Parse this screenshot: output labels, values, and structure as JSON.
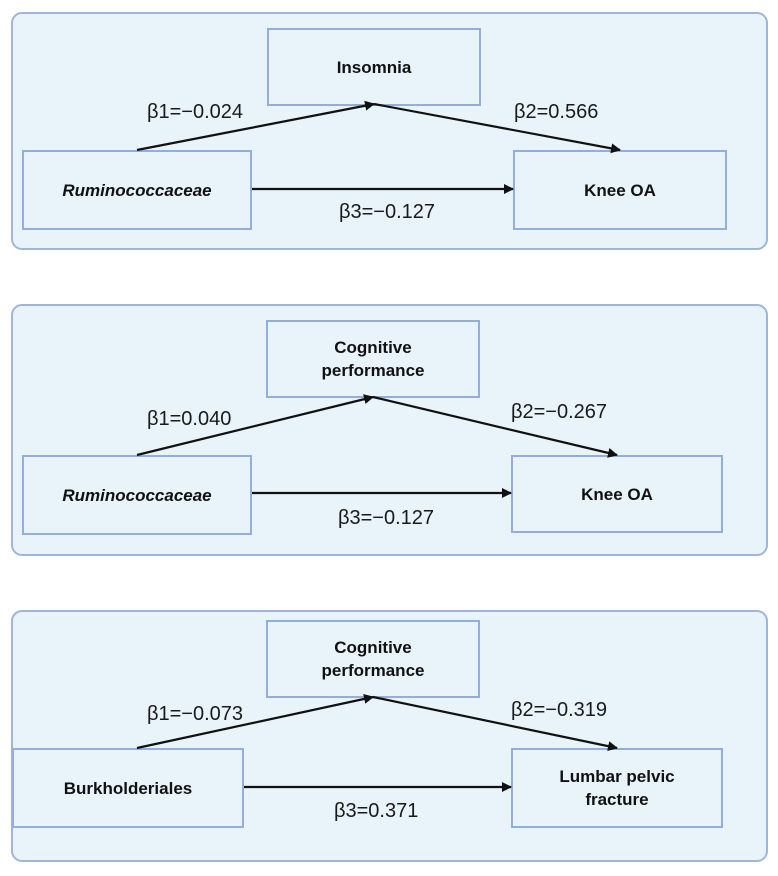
{
  "colors": {
    "panel_fill": "#e9f3fa",
    "panel_border": "#9fb5db",
    "box_border": "#93aedc",
    "arrow": "#111111"
  },
  "panels": [
    {
      "exposure": "Ruminococcaceae",
      "exposure_italic": true,
      "mediator": "Insomnia",
      "outcome": "Knee OA",
      "beta1": "β1=−0.024",
      "beta2": "β2=0.566",
      "beta3": "β3=−0.127"
    },
    {
      "exposure": "Ruminococcaceae",
      "exposure_italic": true,
      "mediator": "Cognitive\nperformance",
      "outcome": "Knee OA",
      "beta1": "β1=0.040",
      "beta2": "β2=−0.267",
      "beta3": "β3=−0.127"
    },
    {
      "exposure": "Burkholderiales",
      "exposure_italic": false,
      "mediator": "Cognitive\nperformance",
      "outcome": "Lumbar pelvic\nfracture",
      "beta1": "β1=−0.073",
      "beta2": "β2=−0.319",
      "beta3": "β3=0.371"
    }
  ]
}
